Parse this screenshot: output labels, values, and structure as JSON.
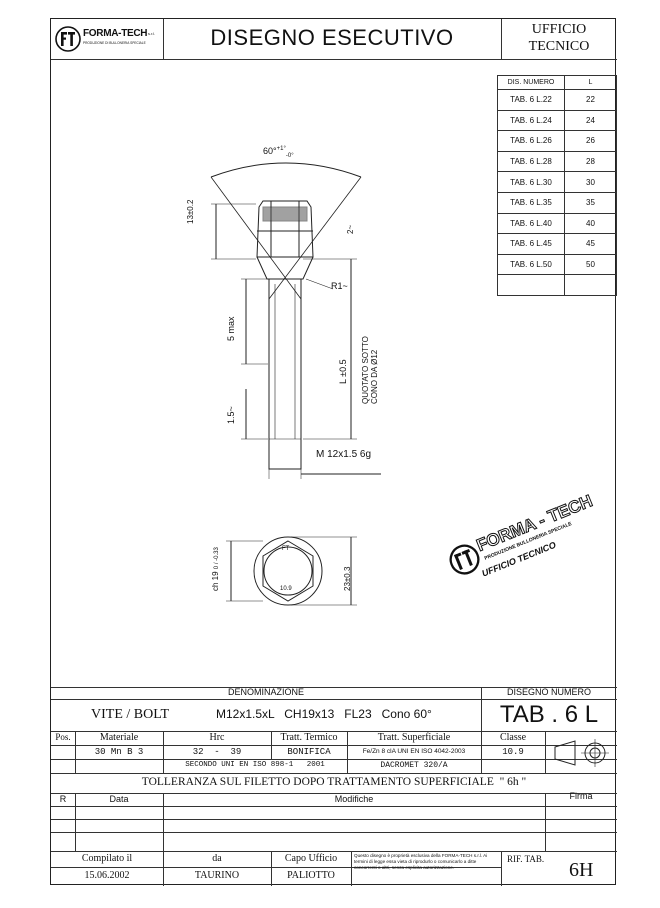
{
  "header": {
    "logo_text": "FORMA-TECH",
    "logo_suffix": "s.r.l.",
    "logo_sub": "PRODUZIONE DI BULLONERIA SPECIALE",
    "title": "DISEGNO ESECUTIVO",
    "office_line1": "UFFICIO",
    "office_line2": "TECNICO"
  },
  "dim_table": {
    "headers": [
      "DIS. NUMERO",
      "L"
    ],
    "rows": [
      [
        "TAB. 6  L.22",
        "22"
      ],
      [
        "TAB. 6  L.24",
        "24"
      ],
      [
        "TAB. 6  L.26",
        "26"
      ],
      [
        "TAB. 6  L.28",
        "28"
      ],
      [
        "TAB. 6  L.30",
        "30"
      ],
      [
        "TAB. 6  L.35",
        "35"
      ],
      [
        "TAB. 6  L.40",
        "40"
      ],
      [
        "TAB. 6  L.45",
        "45"
      ],
      [
        "TAB. 6  L.50",
        "50"
      ],
      [
        "",
        ""
      ]
    ]
  },
  "drawing": {
    "angle": "60°",
    "angle_tol_top": "+1°",
    "angle_tol_bottom": "-0°",
    "head_height": "13±0.2",
    "chamfer": "2~",
    "radius": "R1~",
    "five_max": "5 max",
    "length": "L ±0.5",
    "quoted_line1": "QUOTATO SOTTO",
    "quoted_line2": "CONO DA Ø12",
    "thread_end": "1.5~",
    "thread": "M 12x1.5  6g",
    "hex_size": "ch 19",
    "hex_tol": "0 / -0.33",
    "diameter": "23±0.3",
    "head_mark": "FT",
    "grade_mark": "10.9"
  },
  "stamp": {
    "brand": "FORMA - TECH",
    "sub": "PRODUZIONE BULLONERIA SPECIALE",
    "office": "UFFICIO TECNICO"
  },
  "title_block": {
    "denominazione_label": "DENOMINAZIONE",
    "disegno_numero_label": "DISEGNO NUMERO",
    "part_name": "VITE / BOLT",
    "spec": "M12x1.5xL   CH19x13   FL23   Cono 60°",
    "drawing_number": "TAB . 6 L",
    "col_pos": "Pos.",
    "col_materiale": "Materiale",
    "col_hrc": "Hrc",
    "col_tratt_termico": "Tratt. Termico",
    "col_tratt_superficiale": "Tratt. Superficiale",
    "col_classe": "Classe",
    "materiale": "30 Mn B 3",
    "hrc": "32  -  39",
    "tratt_termico": "BONIFICA",
    "tratt_superficiale": "Fe/Zn 8 clA UNI EN ISO 4042-2003",
    "classe": "10.9",
    "standard": "SECONDO UNI EN ISO 898-1   2001",
    "coating": "DACROMET 320/A",
    "tolerance_note": "TOLLERANZA SUL FILETTO DOPO TRATTAMENTO SUPERFICIALE  \" 6h \"",
    "col_r": "R",
    "col_data": "Data",
    "col_modifiche": "Modifiche",
    "col_firma": "Firma",
    "compilato_label": "Compilato il",
    "compilato_value": "15.06.2002",
    "da_label": "da",
    "da_value": "TAURINO",
    "capo_label": "Capo Ufficio",
    "capo_value": "PALIOTTO",
    "notice": "Questo disegno è proprietà esclusiva della FORMA-TECH s.r.l. Ai termini di legge essa vieta di riprodurlo o comunicarlo a ditte concorrenti o altri, senza esplicita autorizzazione.",
    "rif_label": "RIF. TAB.",
    "rif_value": "6H"
  }
}
